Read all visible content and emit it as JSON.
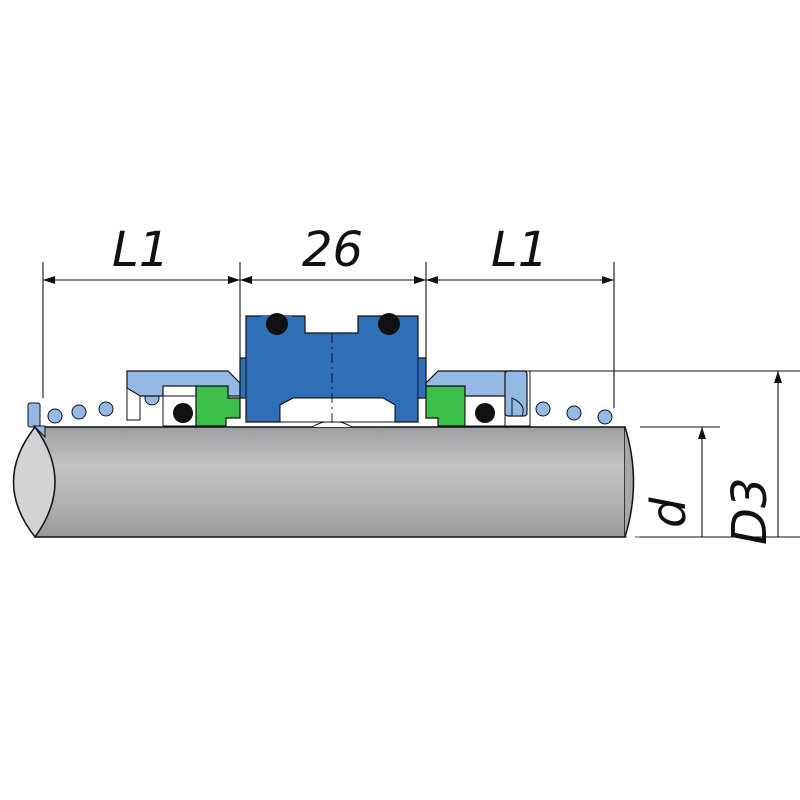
{
  "dimensions": {
    "left_length": "L1",
    "center_width": "26",
    "right_length": "L1",
    "shaft_diameter": "d",
    "outer_diameter": "D3"
  },
  "colors": {
    "shaft": "#b9babc",
    "shaft_end": "#d2d3d5",
    "seal_blue": "#2f6fba",
    "light_blue": "#93b9e4",
    "seat_green": "#3cbf4a",
    "oring": "#111111",
    "line": "#111111"
  }
}
